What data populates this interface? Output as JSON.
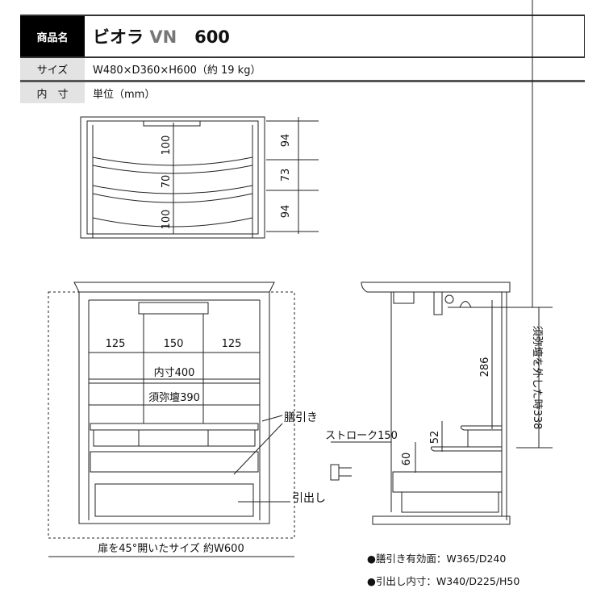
{
  "spec": {
    "product_label": "商品名",
    "product_name": "ビオラ",
    "product_series": "VN",
    "product_size": "600",
    "size_label": "サイズ",
    "size_value": "W480×D360×H600（約 19 kg）",
    "inner_label": "内　寸",
    "inner_value": "単位（mm）"
  },
  "top_view": {
    "inner_dims": [
      "100",
      "70",
      "100"
    ],
    "outer_dims": [
      "94",
      "73",
      "94"
    ]
  },
  "front_view": {
    "widths": [
      "125",
      "150",
      "125"
    ],
    "inner_width": "内寸400",
    "altar_width": "須弥壇390",
    "tray_label": "膳引き",
    "drawer_label": "引出し",
    "door_open_width": "扉を45°開いたサイズ 約W600"
  },
  "side_view": {
    "stroke": "ストローク150",
    "height_286": "286",
    "height_52": "52",
    "height_60": "60",
    "without_altar": "須弥壇を外した時338"
  },
  "notes": [
    "●膳引き有効面：W365/D240",
    "●引出し内寸：W340/D225/H50"
  ]
}
